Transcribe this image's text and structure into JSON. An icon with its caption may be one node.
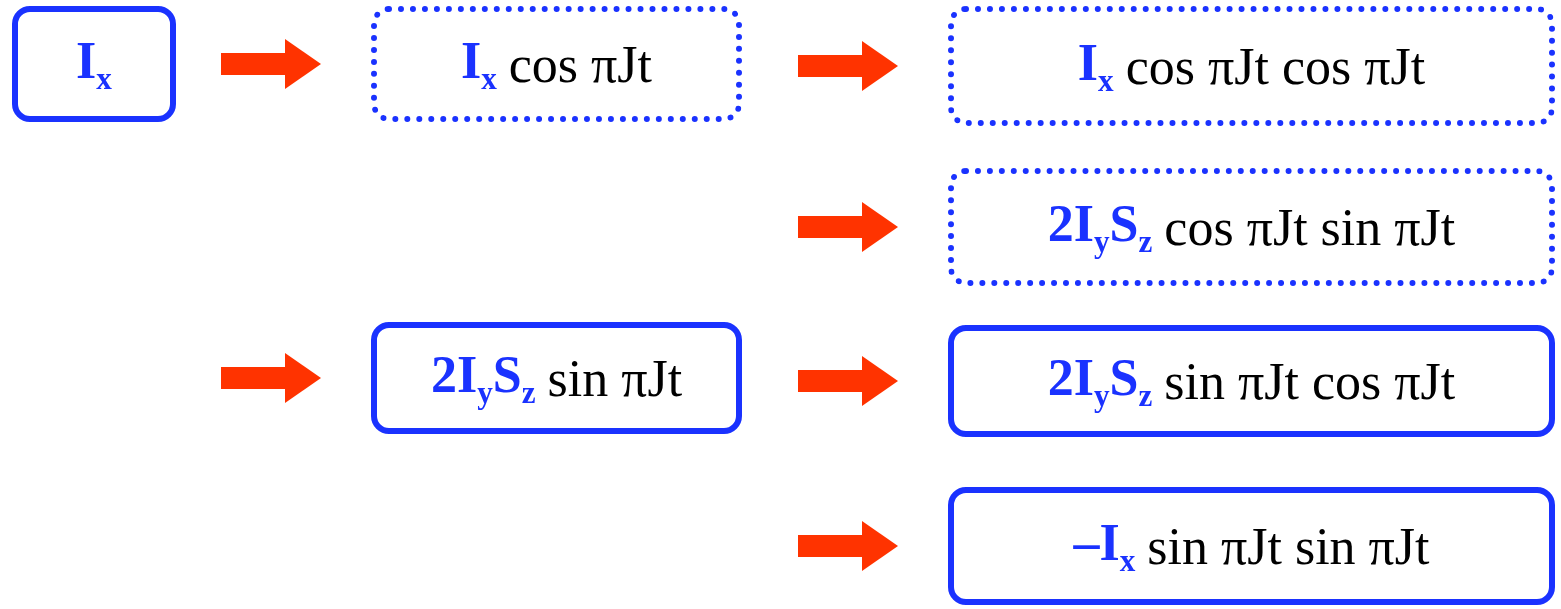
{
  "diagram": {
    "nodes": [
      {
        "text": [
          "I$_{x}$"
        ]
      },
      {
        "text": [
          "I$_{x}$",
          "cos πJt"
        ]
      },
      {
        "text": [
          "2I$_{y}$S$_{z}$",
          "sin πJt"
        ]
      },
      {
        "text": [
          "I$_{x}$",
          "cos πJt cos πJt"
        ]
      },
      {
        "text": [
          "2I$_{y}$S$_{z}$",
          "cos πJt sin πJt"
        ]
      },
      {
        "text": [
          "2I$_{y}$S$_{z}$",
          "sin πJt cos πJt"
        ]
      },
      {
        "text": [
          "–I$_{x}$",
          "sin πJt sin πJt"
        ]
      }
    ],
    "edges": [
      {
        "from": null,
        "to": 1,
        "arrow": "to"
      },
      {
        "from": null,
        "to": 2,
        "arrow": "to"
      },
      {
        "from": null,
        "to": 3,
        "arrow": "to"
      },
      {
        "from": null,
        "to": 4,
        "arrow": "to"
      },
      {
        "from": null,
        "to": 5,
        "arrow": "to"
      },
      {
        "from": null,
        "to": 6,
        "arrow": "to"
      }
    ]
  }
}
